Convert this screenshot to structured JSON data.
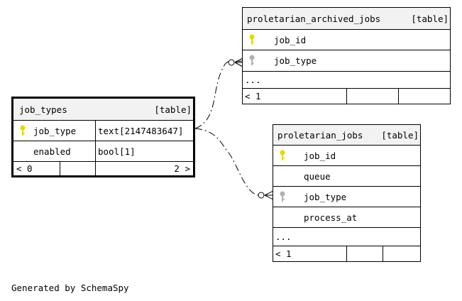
{
  "diagram": {
    "tables": {
      "job_types": {
        "name": "job_types",
        "kind": "[table]",
        "columns": [
          {
            "name": "job_type",
            "type": "text[2147483647]",
            "key": "primary"
          },
          {
            "name": "enabled",
            "type": "bool[1]",
            "key": "none"
          }
        ],
        "footer": {
          "parents": "< 0",
          "children": "2 >"
        }
      },
      "proletarian_archived_jobs": {
        "name": "proletarian_archived_jobs",
        "kind": "[table]",
        "columns": [
          {
            "name": "job_id",
            "key": "primary"
          },
          {
            "name": "job_type",
            "key": "foreign"
          }
        ],
        "more": "...",
        "footer": {
          "parents": "< 1"
        }
      },
      "proletarian_jobs": {
        "name": "proletarian_jobs",
        "kind": "[table]",
        "columns": [
          {
            "name": "job_id",
            "key": "primary"
          },
          {
            "name": "queue",
            "key": "none"
          },
          {
            "name": "job_type",
            "key": "foreign"
          },
          {
            "name": "process_at",
            "key": "none"
          }
        ],
        "more": "...",
        "footer": {
          "parents": "< 1"
        }
      }
    },
    "relationships": [
      {
        "from": "proletarian_archived_jobs.job_type",
        "to": "job_types.job_type"
      },
      {
        "from": "proletarian_jobs.job_type",
        "to": "job_types.job_type"
      }
    ],
    "caption": "Generated by SchemaSpy",
    "colors": {
      "primary_key": "#e6d800",
      "foreign_key": "#b0b0b0",
      "header_background": "#f2f2f2",
      "line": "#000000"
    }
  }
}
